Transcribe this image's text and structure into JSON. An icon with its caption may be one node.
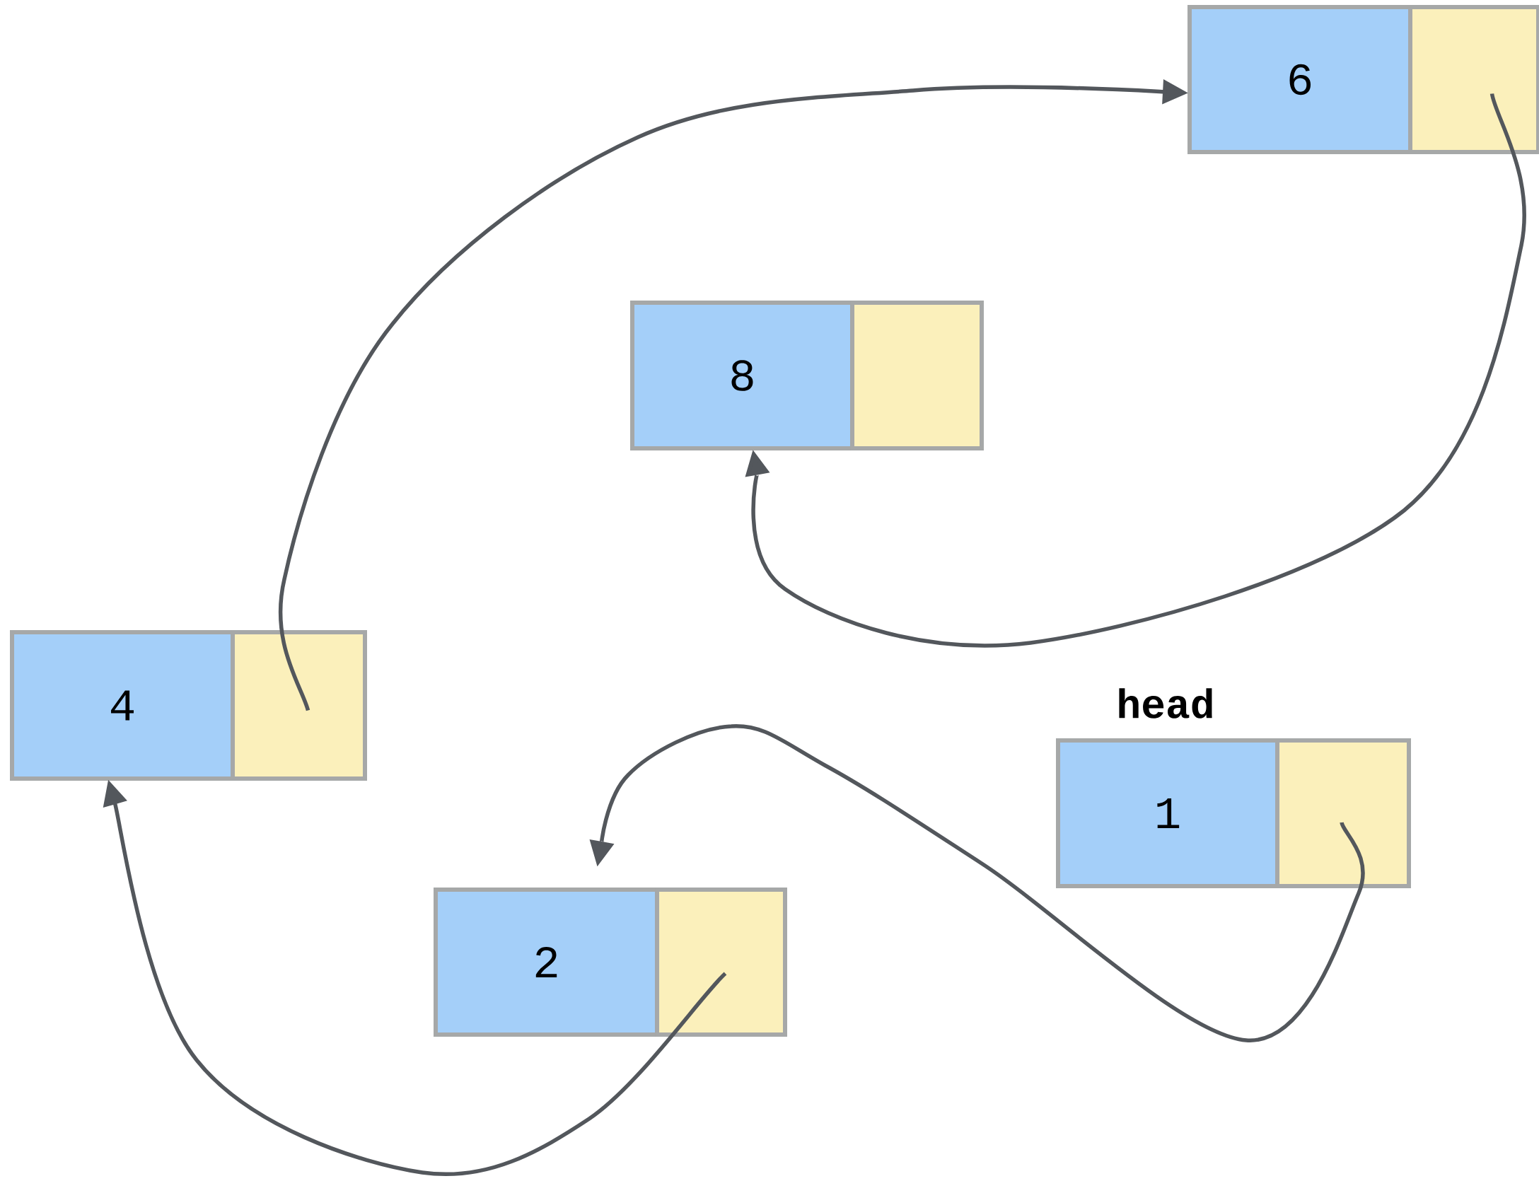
{
  "diagram": {
    "nodes": [
      {
        "text": [
          "6"
        ]
      },
      {
        "text": [],
        "shape": "box"
      },
      {
        "text": [
          "8"
        ]
      },
      {
        "text": [],
        "shape": "box"
      },
      {
        "text": [
          "4"
        ]
      },
      {
        "text": [],
        "shape": "box"
      },
      {
        "text": [
          "1"
        ],
        "beside": [
          "head"
        ]
      },
      {
        "text": [],
        "shape": "box"
      },
      {
        "text": [
          "2"
        ]
      },
      {
        "text": [],
        "shape": "box"
      }
    ],
    "edges": [
      {
        "from": 7,
        "to": 8,
        "arrow": "to"
      },
      {
        "from": 9,
        "to": 4,
        "arrow": "to"
      },
      {
        "from": 5,
        "to": 0,
        "arrow": "to"
      },
      {
        "from": 1,
        "to": 2,
        "arrow": "to"
      }
    ]
  }
}
